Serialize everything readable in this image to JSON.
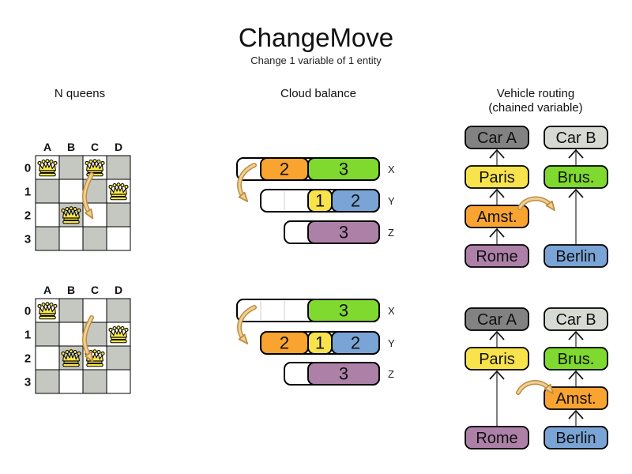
{
  "title": "ChangeMove",
  "subtitle": "Change 1 variable of 1 entity",
  "columns": [
    {
      "label": "N queens"
    },
    {
      "label": "Cloud balance"
    },
    {
      "label": "Vehicle routing",
      "sublabel": "(chained variable)"
    }
  ],
  "colors": {
    "orange": "#F9A331",
    "green": "#7FD92F",
    "yellow": "#F8E34D",
    "blue": "#79A4D5",
    "purple": "#AD80A8",
    "car_a_gray": "#828282",
    "car_b_gray": "#D7D9D3",
    "board_dark": "#C5C8C1",
    "queen_yellow": "#FBE84D",
    "arrow_light": "#EFCF9A",
    "arrow_dark": "#BE8F3C",
    "connector_gray": "#7F7F7F"
  },
  "nqueens": {
    "column_labels": [
      "A",
      "B",
      "C",
      "D"
    ],
    "row_labels": [
      "0",
      "1",
      "2",
      "3"
    ],
    "boards": [
      {
        "queens": [
          {
            "column": "A",
            "row": 0
          },
          {
            "column": "C",
            "row": 0
          },
          {
            "column": "D",
            "row": 1
          },
          {
            "column": "B",
            "row": 2
          }
        ],
        "move": {
          "queen": "C",
          "from": "C0",
          "to": "C2"
        }
      },
      {
        "queens": [
          {
            "column": "A",
            "row": 0
          },
          {
            "column": "D",
            "row": 1
          },
          {
            "column": "B",
            "row": 2
          },
          {
            "column": "C",
            "row": 2
          }
        ],
        "move": {
          "queen": "C",
          "from": "C0",
          "to": "C2"
        }
      }
    ]
  },
  "cloud": {
    "states": [
      {
        "rows": [
          {
            "label": "X",
            "total_units": 6,
            "empty_units": 1,
            "blocks": [
              {
                "value": "2",
                "color": "orange",
                "units": 2
              },
              {
                "value": "3",
                "color": "green",
                "units": 3
              }
            ]
          },
          {
            "label": "Y",
            "total_units": 5,
            "empty_units": 2,
            "blocks": [
              {
                "value": "1",
                "color": "yellow",
                "units": 1
              },
              {
                "value": "2",
                "color": "blue",
                "units": 2
              }
            ]
          },
          {
            "label": "Z",
            "total_units": 4,
            "empty_units": 1,
            "blocks": [
              {
                "value": "3",
                "color": "purple",
                "units": 3
              }
            ]
          }
        ],
        "move": {
          "process": "2",
          "from": "X",
          "to": "Y"
        }
      },
      {
        "rows": [
          {
            "label": "X",
            "total_units": 6,
            "empty_units": 3,
            "blocks": [
              {
                "value": "3",
                "color": "green",
                "units": 3
              }
            ]
          },
          {
            "label": "Y",
            "total_units": 5,
            "empty_units": 0,
            "blocks": [
              {
                "value": "2",
                "color": "orange",
                "units": 2
              },
              {
                "value": "1",
                "color": "yellow",
                "units": 1
              },
              {
                "value": "2",
                "color": "blue",
                "units": 2
              }
            ]
          },
          {
            "label": "Z",
            "total_units": 4,
            "empty_units": 1,
            "blocks": [
              {
                "value": "3",
                "color": "purple",
                "units": 3
              }
            ]
          }
        ],
        "move": {
          "process": "2",
          "from": "X",
          "to": "Y"
        }
      }
    ]
  },
  "vehicle_routing": {
    "states": [
      {
        "chains": [
          {
            "nodes": [
              {
                "label": "Car A",
                "color": "car_a_gray",
                "slot": 0
              },
              {
                "label": "Paris",
                "color": "yellow",
                "slot": 1
              },
              {
                "label": "Amst.",
                "color": "orange",
                "slot": 2
              },
              {
                "label": "Rome",
                "color": "purple",
                "slot": 3
              }
            ]
          },
          {
            "nodes": [
              {
                "label": "Car B",
                "color": "car_b_gray",
                "slot": 0
              },
              {
                "label": "Brus.",
                "color": "green",
                "slot": 1
              },
              {
                "label": "Berlin",
                "color": "blue",
                "slot": 3
              }
            ]
          }
        ],
        "move": {
          "customer": "Amst.",
          "from": "Car A chain",
          "to": "Car B chain"
        }
      },
      {
        "chains": [
          {
            "nodes": [
              {
                "label": "Car A",
                "color": "car_a_gray",
                "slot": 0
              },
              {
                "label": "Paris",
                "color": "yellow",
                "slot": 1
              },
              {
                "label": "Rome",
                "color": "purple",
                "slot": 3
              }
            ]
          },
          {
            "nodes": [
              {
                "label": "Car B",
                "color": "car_b_gray",
                "slot": 0
              },
              {
                "label": "Brus.",
                "color": "green",
                "slot": 1
              },
              {
                "label": "Amst.",
                "color": "orange",
                "slot": 2
              },
              {
                "label": "Berlin",
                "color": "blue",
                "slot": 3
              }
            ]
          }
        ],
        "move": {
          "customer": "Amst.",
          "from": "Car A chain",
          "to": "Car B chain"
        }
      }
    ]
  }
}
